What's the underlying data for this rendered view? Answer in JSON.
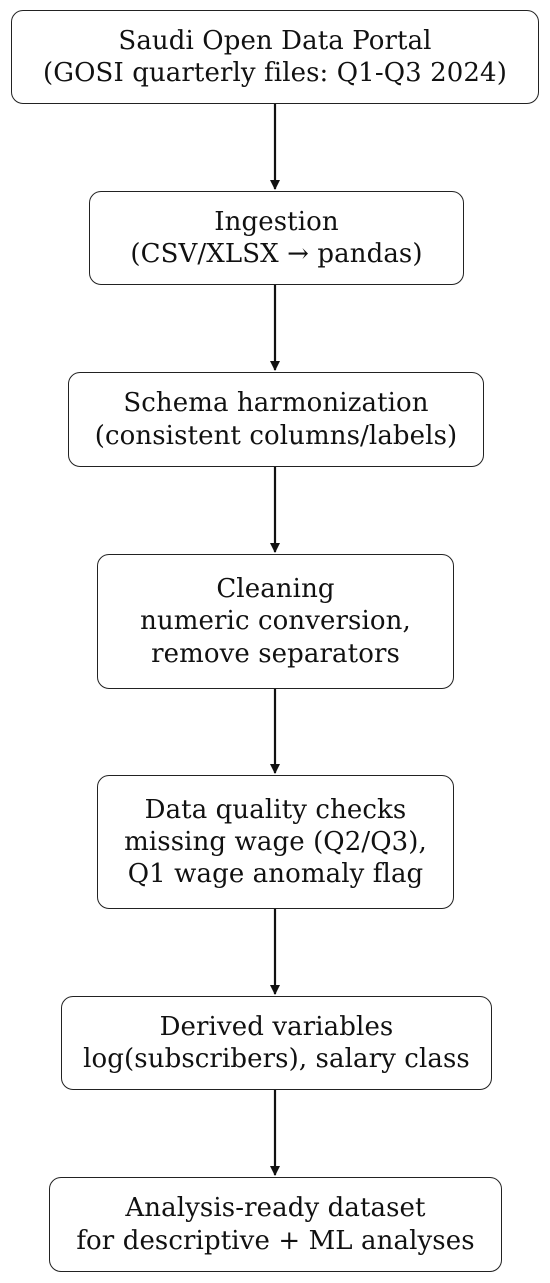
{
  "diagram": {
    "type": "flowchart",
    "direction": "top-to-bottom",
    "nodes": [
      {
        "id": "portal",
        "lines": [
          "Saudi Open Data Portal",
          "(GOSI quarterly files: Q1-Q3 2024)"
        ]
      },
      {
        "id": "ingestion",
        "lines": [
          "Ingestion",
          "(CSV/XLSX → pandas)"
        ]
      },
      {
        "id": "schema",
        "lines": [
          "Schema harmonization",
          "(consistent columns/labels)"
        ]
      },
      {
        "id": "cleaning",
        "lines": [
          "Cleaning",
          "numeric conversion,",
          "remove separators"
        ]
      },
      {
        "id": "quality",
        "lines": [
          "Data quality checks",
          "missing wage (Q2/Q3),",
          "Q1 wage anomaly flag"
        ]
      },
      {
        "id": "derived",
        "lines": [
          "Derived variables",
          "log(subscribers), salary class"
        ]
      },
      {
        "id": "ready",
        "lines": [
          "Analysis-ready dataset",
          "for descriptive + ML analyses"
        ]
      }
    ],
    "edges": [
      {
        "from": "portal",
        "to": "ingestion"
      },
      {
        "from": "ingestion",
        "to": "schema"
      },
      {
        "from": "schema",
        "to": "cleaning"
      },
      {
        "from": "cleaning",
        "to": "quality"
      },
      {
        "from": "quality",
        "to": "derived"
      },
      {
        "from": "derived",
        "to": "ready"
      }
    ]
  }
}
